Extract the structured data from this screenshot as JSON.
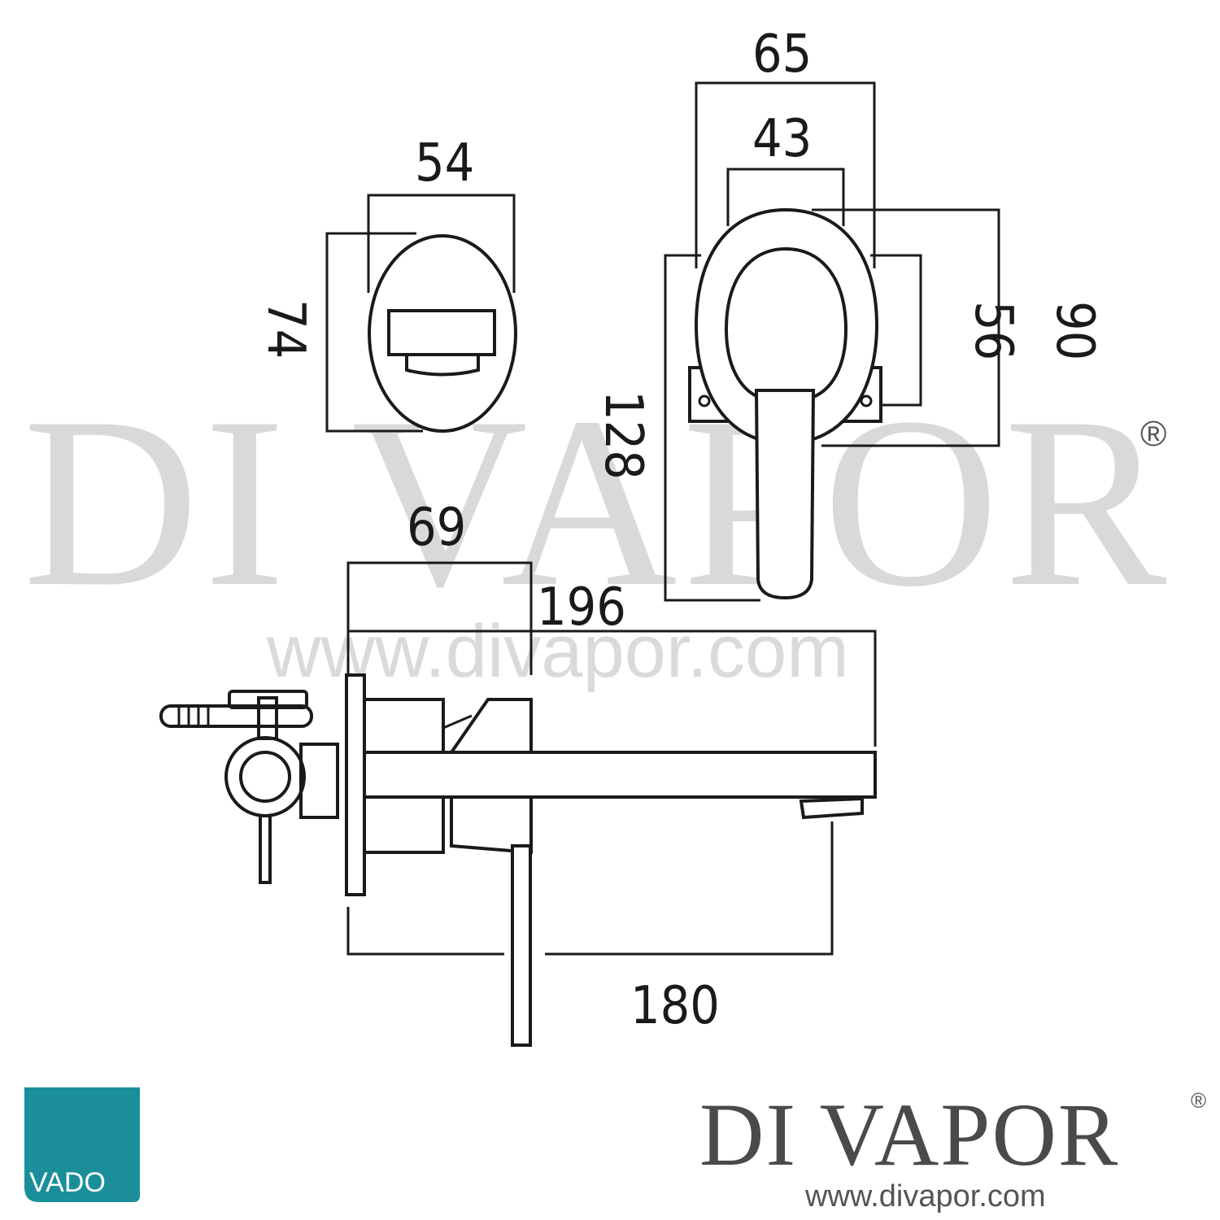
{
  "watermark": {
    "text": "DI VAPOR",
    "registered": "®",
    "url": "www.divapor.com"
  },
  "dimensions": {
    "spout_width": "54",
    "spout_height": "74",
    "handle_outer_width": "65",
    "handle_inner_width": "43",
    "plate_height": "56",
    "handle_total_height": "90",
    "lever_height": "128",
    "body_depth": "69",
    "spout_projection": "196",
    "outlet_distance": "180"
  },
  "branding": {
    "vado_logo_text": "VADO",
    "vado_color": "#1a8f9a",
    "divapor_text": "DI VAPOR",
    "divapor_registered": "®",
    "divapor_url": "www.divapor.com"
  },
  "colors": {
    "line": "#1a1a1a",
    "watermark": "#d9d9d9",
    "brand_text": "#4a4a4a"
  }
}
